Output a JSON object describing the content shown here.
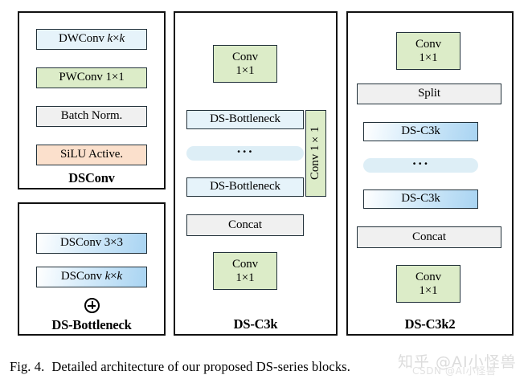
{
  "figure": {
    "caption_label": "Fig. 4.",
    "caption_text": "Detailed architecture of our proposed DS-series blocks."
  },
  "watermark": {
    "line1": "知乎 @AI小怪兽",
    "line2": "CSDN @AI小怪兽"
  },
  "colors": {
    "blue": "#e6f3fa",
    "blue_gradient": "#a9d4f2",
    "green": "#dcecc8",
    "grey": "#f0f0f0",
    "peach": "#fbe0cc",
    "border": "#22313a",
    "panel_border": "#111111",
    "dots_pill": "#ddeef6"
  },
  "panels": [
    {
      "name": "dsconv",
      "label": "DSConv",
      "blocks": [
        {
          "id": "dwconv",
          "text": "DWConv k×k",
          "fill": "blue"
        },
        {
          "id": "pwconv",
          "text": "PWConv 1×1",
          "fill": "green"
        },
        {
          "id": "batchnorm",
          "text": "Batch Norm.",
          "fill": "grey"
        },
        {
          "id": "silu",
          "text": "SiLU Active.",
          "fill": "peach"
        }
      ]
    },
    {
      "name": "ds-bottleneck",
      "label": "DS-Bottleneck",
      "blocks": [
        {
          "id": "dsconv33",
          "text": "DSConv 3×3",
          "fill": "blue_gradient"
        },
        {
          "id": "dsconvkk",
          "text": "DSConv k×k",
          "fill": "blue_gradient"
        }
      ],
      "operator": "⊕"
    },
    {
      "name": "ds-c3k",
      "label": "DS-C3k",
      "blocks": [
        {
          "id": "conv_in",
          "line1": "Conv",
          "line2": "1×1",
          "fill": "green"
        },
        {
          "id": "bottleneck_1",
          "text": "DS-Bottleneck",
          "fill": "blue"
        },
        {
          "id": "ellipsis_1",
          "text": "···",
          "fill": "dots"
        },
        {
          "id": "bottleneck_n",
          "text": "DS-Bottleneck",
          "fill": "blue"
        },
        {
          "id": "conv_side",
          "text": "Conv 1×1",
          "fill": "green",
          "orientation": "vertical"
        },
        {
          "id": "concat",
          "text": "Concat",
          "fill": "grey"
        },
        {
          "id": "conv_out",
          "line1": "Conv",
          "line2": "1×1",
          "fill": "green"
        }
      ]
    },
    {
      "name": "ds-c3k2",
      "label": "DS-C3k2",
      "blocks": [
        {
          "id": "conv_in",
          "line1": "Conv",
          "line2": "1×1",
          "fill": "green"
        },
        {
          "id": "split",
          "text": "Split",
          "fill": "grey"
        },
        {
          "id": "c3k_1",
          "text": "DS-C3k",
          "fill": "blue_gradient"
        },
        {
          "id": "ellipsis_2",
          "text": "···",
          "fill": "dots"
        },
        {
          "id": "c3k_n",
          "text": "DS-C3k",
          "fill": "blue_gradient"
        },
        {
          "id": "concat",
          "text": "Concat",
          "fill": "grey"
        },
        {
          "id": "conv_out",
          "line1": "Conv",
          "line2": "1×1",
          "fill": "green"
        }
      ]
    }
  ]
}
